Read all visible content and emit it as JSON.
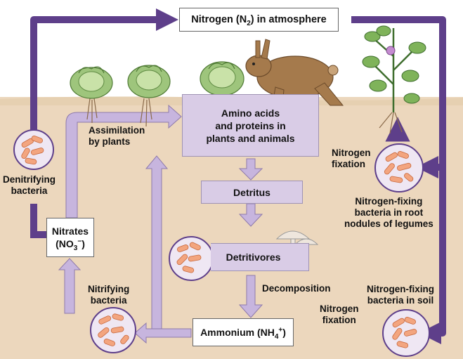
{
  "boxes": {
    "atmosphere": {
      "main": "Nitrogen (N",
      "sub": "2",
      "tail": ") in atmosphere"
    },
    "amino": {
      "line1": "Amino acids",
      "line2": "and proteins in",
      "line3": "plants and animals"
    },
    "detritus": "Detritus",
    "detritivores": "Detritivores",
    "nitrates": {
      "line1": "Nitrates",
      "prefix": "(NO",
      "sub": "3",
      "sup": "−",
      "suffix": ")"
    },
    "ammonium": {
      "main": "Ammonium (NH",
      "sub": "4",
      "sup": "+",
      "suffix": ")"
    }
  },
  "labels": {
    "assimilation": {
      "line1": "Assimilation",
      "line2": "by plants"
    },
    "denitrifying": {
      "line1": "Denitrifying",
      "line2": "bacteria"
    },
    "nitrifying": {
      "line1": "Nitrifying",
      "line2": "bacteria"
    },
    "fixation_top": {
      "line1": "Nitrogen",
      "line2": "fixation"
    },
    "fixing_root": {
      "line1": "Nitrogen-fixing",
      "line2": "bacteria in root",
      "line3": "nodules of legumes"
    },
    "decomposition": "Decomposition",
    "fixation_bottom": {
      "line1": "Nitrogen",
      "line2": "fixation"
    },
    "fixing_soil": {
      "line1": "Nitrogen-fixing",
      "line2": "bacteria in soil"
    }
  },
  "colors": {
    "sky": "#ffffff",
    "soil": "#ecd7bd",
    "arrow": "#5e3f8a",
    "light_arrow": "#c7b5de",
    "box_lavender": "#d9cce6",
    "bacteria": "#f3a57f"
  }
}
